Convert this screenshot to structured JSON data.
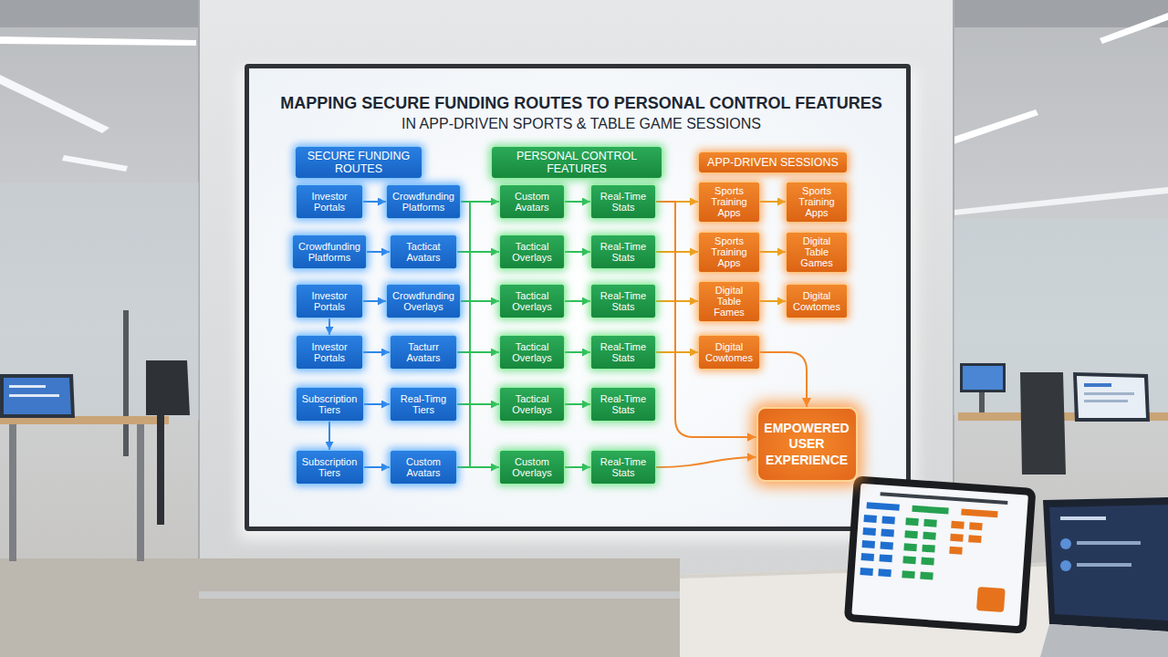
{
  "diagram": {
    "title": "MAPPING SECURE FUNDING ROUTES TO PERSONAL CONTROL FEATURES",
    "nodes": [
      {
        "text": [
          "SECURE FUNDING ROUTES"
        ]
      },
      {
        "text": [
          "PERSONAL CONTROL FEATURES"
        ]
      },
      {
        "text": [
          "APP-DRIVEN SESSIONS"
        ]
      },
      {
        "text": [
          "Investor Portals"
        ]
      },
      {
        "text": [
          "Crowdfunding Platforms"
        ]
      },
      {
        "text": [
          "Custom Avatars"
        ]
      },
      {
        "text": [
          "Real-Time Stats"
        ]
      },
      {
        "text": [
          "Sports Training Apps"
        ]
      },
      {
        "text": [
          "Sports Training Apps"
        ]
      },
      {
        "text": [
          "Crowdfunding Platforms"
        ]
      },
      {
        "text": [
          "Tacticat Avatars"
        ]
      },
      {
        "text": [
          "Tactical Overlays"
        ]
      },
      {
        "text": [
          "Real-Time Stats"
        ]
      },
      {
        "text": [
          "Sports Training Apps"
        ]
      },
      {
        "text": [
          "Digital Table Games"
        ]
      },
      {
        "text": [
          "Investor Portals"
        ]
      },
      {
        "text": [
          "Crowdfunding Overlays"
        ]
      },
      {
        "text": [
          "Tactical Overlays"
        ]
      },
      {
        "text": [
          "Real-Time Stats"
        ]
      },
      {
        "text": [
          "Digital Table Fames"
        ]
      },
      {
        "text": [
          "Digital Cowtomes"
        ]
      },
      {
        "text": [
          "Investor Portals"
        ]
      },
      {
        "text": [
          "Tacturr Avatars"
        ]
      },
      {
        "text": [
          "Tactical Overlays"
        ]
      },
      {
        "text": [
          "Real-Time Stats"
        ]
      },
      {
        "text": [
          "Digital Cowtomes"
        ]
      },
      {
        "text": [
          "Subscription Tiers"
        ]
      },
      {
        "text": [
          "Real-Timg Tiers"
        ]
      },
      {
        "text": [
          "Tactical Overlays"
        ]
      },
      {
        "text": [
          "Real-Time Stats"
        ]
      },
      {
        "text": [
          "EMPOWERED USER EXPERIENCE"
        ]
      },
      {
        "text": [
          "Subscription Tiers"
        ]
      },
      {
        "text": [
          "Custom Avatars"
        ]
      },
      {
        "text": [
          "Custom Overlays"
        ]
      },
      {
        "text": [
          "Real-Time Stats"
        ]
      }
    ],
    "edges": [
      {
        "from": 3,
        "to": 4,
        "arrow": "to"
      },
      {
        "from": 4,
        "to": 5,
        "arrow": "to"
      },
      {
        "from": 5,
        "to": 6,
        "arrow": "to"
      },
      {
        "from": 6,
        "to": 7,
        "arrow": "to"
      },
      {
        "from": 7,
        "to": 8,
        "arrow": "to"
      },
      {
        "from": 9,
        "to": 10,
        "arrow": "to"
      },
      {
        "from": 10,
        "to": 11,
        "arrow": "to"
      },
      {
        "from": 11,
        "to": 12,
        "arrow": "to"
      },
      {
        "from": 12,
        "to": 13,
        "arrow": "to"
      },
      {
        "from": 13,
        "to": 14,
        "arrow": "to"
      },
      {
        "from": 15,
        "to": 16,
        "arrow": "to"
      },
      {
        "from": 16,
        "to": 17,
        "arrow": "to"
      },
      {
        "from": 17,
        "to": 18,
        "arrow": "to"
      },
      {
        "from": 18,
        "to": 19,
        "arrow": "to"
      },
      {
        "from": 19,
        "to": 20,
        "arrow": "to"
      },
      {
        "from": 21,
        "to": 22,
        "arrow": "to"
      },
      {
        "from": 22,
        "to": 23,
        "arrow": "to"
      },
      {
        "from": 23,
        "to": 24,
        "arrow": "to"
      },
      {
        "from": 24,
        "to": 25,
        "arrow": "to"
      },
      {
        "from": 26,
        "to": 27,
        "arrow": "to"
      },
      {
        "from": 27,
        "to": 28,
        "arrow": "to"
      },
      {
        "from": 28,
        "to": 29,
        "arrow": "to"
      },
      {
        "from": 31,
        "to": 32,
        "arrow": "to"
      },
      {
        "from": 32,
        "to": 33,
        "arrow": "to"
      },
      {
        "from": 33,
        "to": 34,
        "arrow": "to"
      },
      {
        "from": 15,
        "to": 21,
        "arrow": "to"
      },
      {
        "from": 26,
        "to": 31,
        "arrow": "to"
      },
      {
        "from": 6,
        "to": 30,
        "arrow": "to"
      },
      {
        "from": 34,
        "to": 30,
        "arrow": "to"
      },
      {
        "from": 25,
        "to": 30,
        "arrow": "to"
      }
    ],
    "labels": [
      "IN APP-DRIVEN SPORTS & TABLE GAME SESSIONS"
    ]
  }
}
